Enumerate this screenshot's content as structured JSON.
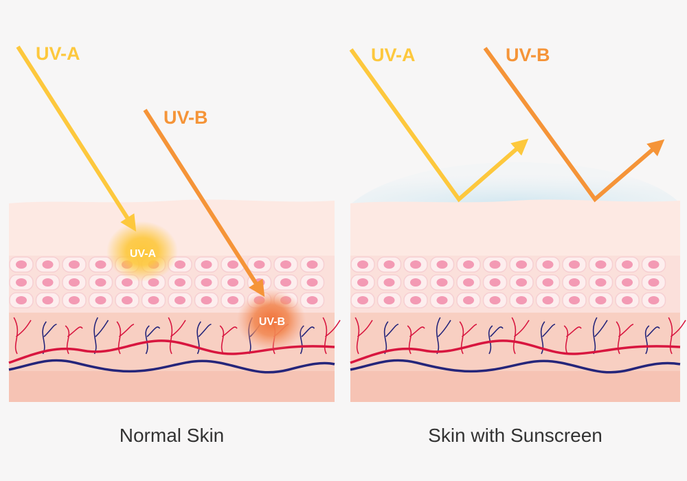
{
  "panels": [
    {
      "caption": "Normal Skin",
      "uva_label": "UV-A",
      "uvb_label": "UV-B",
      "uva_glow_label": "UV-A",
      "uvb_glow_label": "UV-B"
    },
    {
      "caption": "Skin with Sunscreen",
      "uva_label": "UV-A",
      "uvb_label": "UV-B"
    }
  ],
  "colors": {
    "background": "#f7f6f6",
    "uva": "#fdc83d",
    "uvb": "#f59438",
    "epidermis": "#fde9e3",
    "cell_layer": "#fbe0db",
    "cell": "#fdeeee",
    "nucleus": "#f39ab4",
    "dermis": "#f8cfc2",
    "dermis_lower": "#f6c3b4",
    "artery": "#d8163f",
    "vein": "#25257a",
    "sunscreen": "#d3e9f2"
  }
}
